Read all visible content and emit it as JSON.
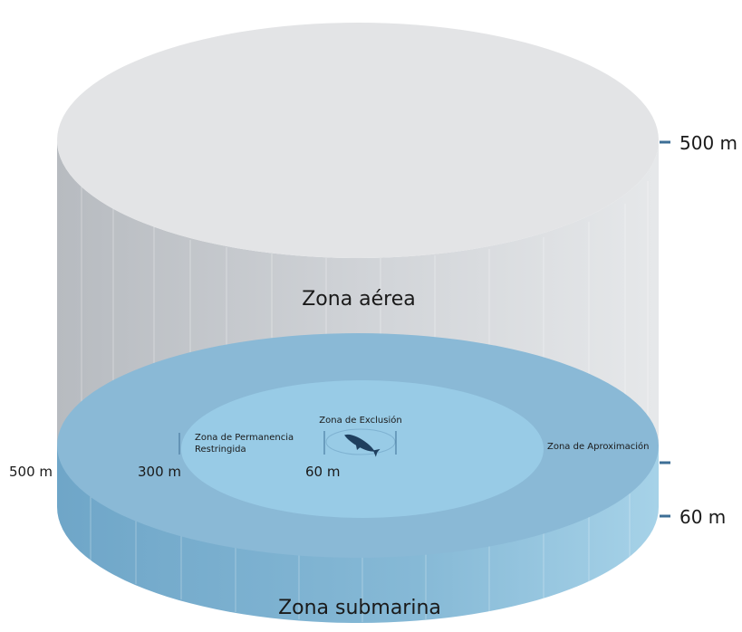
{
  "colors": {
    "air_top": "#e3e4e6",
    "air_wall_left": "#b9bcc1",
    "air_wall_right": "#dfe1e4",
    "water_disc": "#8ab9d6",
    "water_wall": "#7fb1cf",
    "water_wall_light": "#9ccae3",
    "exclusion_approach_zone": "#98cbe6",
    "tick": "#3d6f96"
  },
  "labels": {
    "air_zone": "Zona aérea",
    "submarine_zone": "Zona submarina",
    "exclusion_zone": "Zona de Exclusión",
    "restricted_zone_line1": "Zona de Permanencia",
    "restricted_zone_line2": "Restringida",
    "approach_zone": "Zona de Aproximación",
    "height_500": "500 m",
    "depth_60": "60 m",
    "radius_500": "500 m",
    "radius_300": "300 m",
    "radius_60": "60 m"
  },
  "icons": {
    "whale": "whale-icon"
  }
}
